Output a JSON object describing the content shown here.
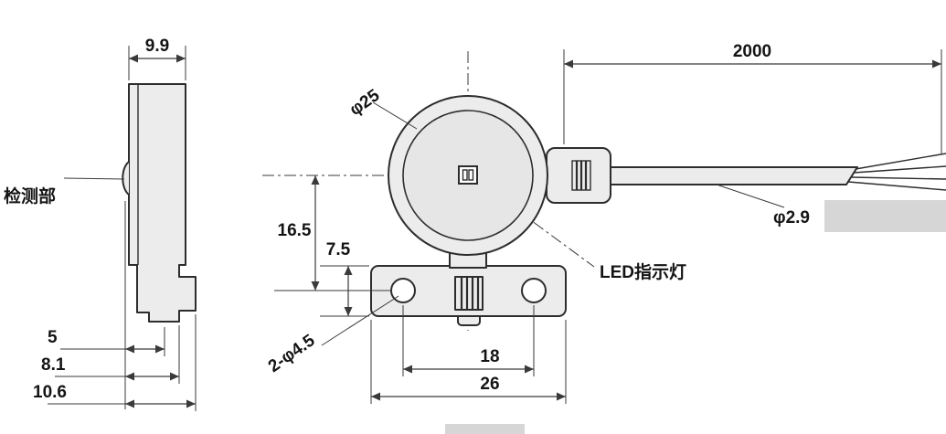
{
  "colors": {
    "outline": "#2d2d2d",
    "dimension_line": "#3a3a3a",
    "part_fill": "#ececec",
    "inner_fill": "#e6e6e6",
    "background": "#ffffff",
    "watermark": "#d6d6d6"
  },
  "side_view": {
    "width_dim": "9.9",
    "detection_part_label": "检测部",
    "depth_dims": [
      "5",
      "8.1",
      "10.6"
    ]
  },
  "front_view": {
    "body_diameter_dim": "φ25",
    "center_to_hole_dim": "16.5",
    "bracket_thickness_dim": "7.5",
    "mounting_holes_dim": "2-φ4.5",
    "hole_spacing_dim": "18",
    "bracket_width_dim": "26",
    "led_label": "LED指示灯"
  },
  "cable": {
    "length_dim": "2000",
    "diameter_dim": "φ2.9"
  }
}
